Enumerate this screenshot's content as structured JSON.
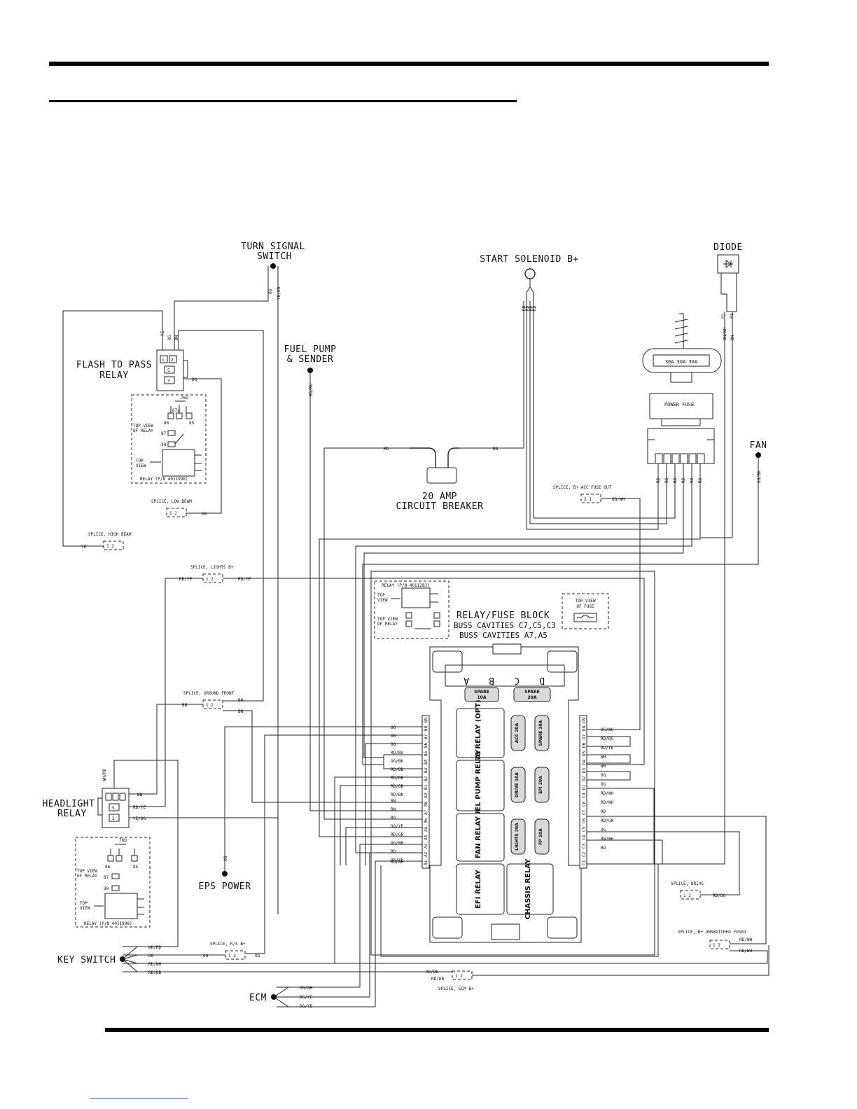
{
  "labels": {
    "turn_signal": [
      "TURN SIGNAL",
      "SWITCH"
    ],
    "start_solenoid": "START SOLENOID B+",
    "diode": "DIODE",
    "fuel_pump": [
      "FUEL PUMP",
      "& SENDER"
    ],
    "flash_relay": [
      "FLASH TO PASS",
      "RELAY"
    ],
    "top_view_of_relay": [
      "TOP VIEW",
      "OF RELAY"
    ],
    "top_view": [
      "TOP",
      "VIEW"
    ],
    "relay_pn_a": "RELAY (P/N 4011998)",
    "relay_pn_b": "RELAY (P/N 4011998)",
    "relay_pn_block": "RELAY (P/N 4011283)",
    "ohm": "76Ω",
    "power_fuse": "POWER FUSE",
    "fuse_values": "30A 30A 30A",
    "fan": "FAN",
    "circuit_breaker": [
      "20 AMP",
      "CIRCUIT BREAKER"
    ],
    "splice_low_beam": "SPLICE, LOW BEAM",
    "splice_high_beam": "SPLICE, HIGH BEAM",
    "splice_lights": "SPLICE, LIGHTS B+",
    "splice_acc": "SPLICE, B+ ACC FUSE OUT",
    "splice_ground": "SPLICE, GROUND FRONT",
    "splice_drive": "SPLICE, DRIVE",
    "splice_unswitched": "SPLICE, B+ UNSWITCHED FUSED",
    "splice_rs": "SPLICE, R/S B+",
    "splice_ecm": "SPLICE, ECM B+",
    "splice_pins": "1 2",
    "splice_pins_rev": "2 1",
    "relay_fuse_block": [
      "RELAY/FUSE BLOCK",
      "BUSS CAVITIES C7,C5,C3",
      "BUSS CAVITIES A7,A5"
    ],
    "top_view_of_fuse": [
      "TOP VIEW",
      "OF FUSE"
    ],
    "headlight_relay": [
      "HEADLIGHT",
      "RELAY"
    ],
    "eps_power": "EPS POWER",
    "key_switch": "KEY SWITCH",
    "ecm": "ECM"
  },
  "fuse_block": {
    "columns": [
      "A",
      "B",
      "C",
      "D"
    ],
    "spare_10": [
      "SPARE",
      "10A"
    ],
    "spare_20": [
      "SPARE",
      "20A"
    ],
    "relays": [
      "EPS RELAY (OPT)",
      "FUEL PUMP RELAY",
      "FAN RELAY",
      "EFI RELAY",
      "CHASSIS RELAY"
    ],
    "fuses": [
      "ACC 20A",
      "SPARE 30A",
      "DRIVE 10A",
      "EFI 20A",
      "LIGHTS 20A",
      "FP 10A"
    ]
  },
  "pins_left": [
    "A1",
    "A2",
    "A3",
    "A4",
    "A5",
    "A6",
    "A7",
    "A8",
    "A9",
    "B1",
    "B2",
    "B3",
    "B4",
    "B5",
    "B6",
    "B7",
    "B8",
    "B9"
  ],
  "pins_right": [
    "C1",
    "C2",
    "C3",
    "C4",
    "C5",
    "C6",
    "C7",
    "C8",
    "C9",
    "D1",
    "D2",
    "D3",
    "D4",
    "D5",
    "D6",
    "D7",
    "D8",
    "D9"
  ],
  "wire_colors": {
    "og": "OG",
    "ye_og": "YE/OG",
    "ye": "YE",
    "bn": "BN",
    "rd": "RD",
    "rd_bu": "RD/BU",
    "bn_wh": "BN/WH",
    "og_bk": "OG/BK",
    "og_wh": "OG/WH",
    "rd_ye": "RD/YE",
    "ye_dg": "YE/DG",
    "dg": "DG",
    "wh_rd": "WH/RD",
    "rd_wh": "RD/WH",
    "rd_db": "RD/DB",
    "dg_ye": "DG/YE",
    "rd_dg": "RD/DG",
    "rd_gn": "RD/GN",
    "wh": "WH",
    "p1": "P1",
    "p2": "P2",
    "rd_ye_alt": "RD/YE"
  },
  "left_wires": [
    "OG",
    "OG",
    "OG",
    "RD/BU",
    "OG/BK",
    "RD/DB",
    "RD/DB",
    "RD/DB",
    "RD/BN",
    "BN",
    "BN",
    "RD",
    "DG/YE",
    "RD/GN",
    "OG/WH",
    "RD",
    "DG/YE",
    "RD/WH"
  ],
  "right_wires": [
    "OG/WH",
    "RD/DG",
    "RD/YE",
    "WH",
    "WH",
    "OG",
    "OG",
    "RD/WH",
    "RD/WH",
    "RD",
    "RD/GN",
    "OG",
    "BN/WH",
    "RD"
  ],
  "key_wires": [
    "WH/RD",
    "OG",
    "RD/WH",
    "RD/DB"
  ],
  "ecm_wires": [
    "OG/WH",
    "DG/YE",
    "DG/YE"
  ],
  "colors": {
    "line": "#222222",
    "rule": "#000000",
    "link": "#3355cc"
  }
}
